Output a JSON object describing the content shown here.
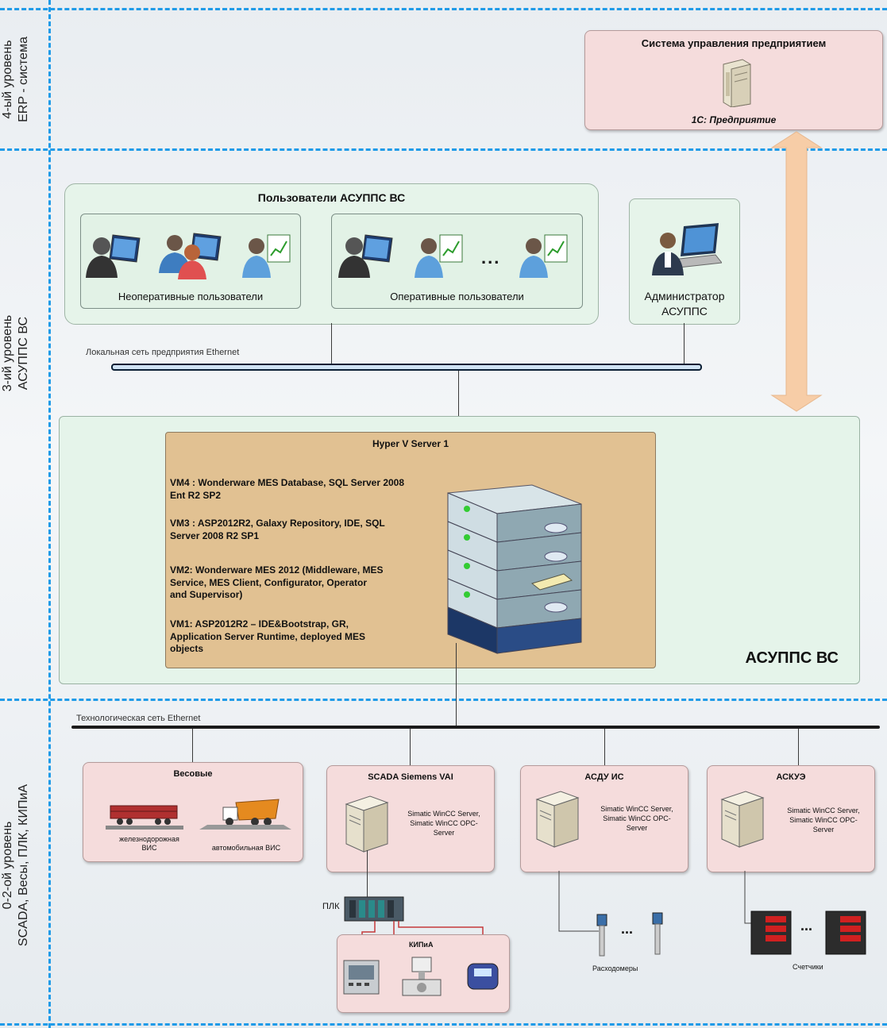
{
  "levels": {
    "l4": {
      "line1": "4-ый уровень",
      "line2": "ERP - система"
    },
    "l3": {
      "line1": "3-ий уровень",
      "line2": "АСУППС ВС"
    },
    "l02": {
      "line1": "0-2-ой уровень",
      "line2": "SCADA, Весы, ПЛК, КИПиА"
    }
  },
  "erp": {
    "title": "Система управления предприятием",
    "product": "1С: Предприятие"
  },
  "users": {
    "title": "Пользователи АСУППС ВС",
    "nonoperative": "Неоперативные пользователи",
    "operative": "Оперативные пользователи",
    "ellipsis": "...",
    "admin_line1": "Администратор",
    "admin_line2": "АСУППС"
  },
  "lan_label": "Локальная сеть предприятия Ethernet",
  "hyperv": {
    "title": "Hyper V Server 1",
    "vm4": "VM4 : Wonderware MES Database, SQL Server 2008 Ent R2 SP2",
    "vm3": "VM3 : ASP2012R2, Galaxy Repository, IDE, SQL Server 2008 R2 SP1",
    "vm2": "VM2: Wonderware MES 2012 (Middleware, MES Service, MES Client, Configurator, Operator and Supervisor)",
    "vm1": "VM1: ASP2012R2 – IDE&Bootstrap, GR, Application Server Runtime, deployed MES objects"
  },
  "asupps_label": "АСУППС ВС",
  "tech_label": "Технологическая сеть Ethernet",
  "vesovye": {
    "title": "Весовые",
    "rail_line1": "железнодорожная",
    "rail_line2": "ВИС",
    "auto": "автомобильная ВИС"
  },
  "scada": {
    "title": "SCADA Siemens VAI",
    "desc_line1": "Simatic WinCC Server,",
    "desc_line2": "Simatic WinCC OPC-",
    "desc_line3": "Server"
  },
  "asdu": {
    "title": "АСДУ ИС",
    "desc_line1": "Simatic WinCC Server,",
    "desc_line2": "Simatic WinCC OPC-",
    "desc_line3": "Server"
  },
  "askue": {
    "title": "АСКУЭ",
    "desc_line1": "Simatic WinCC Server,",
    "desc_line2": "Simatic WinCC OPC-",
    "desc_line3": "Server"
  },
  "plk": "ПЛК",
  "kipia": "КИПиА",
  "flowmeters": "Расходомеры",
  "meters": "Счетчики",
  "ellipsis_small": "..."
}
